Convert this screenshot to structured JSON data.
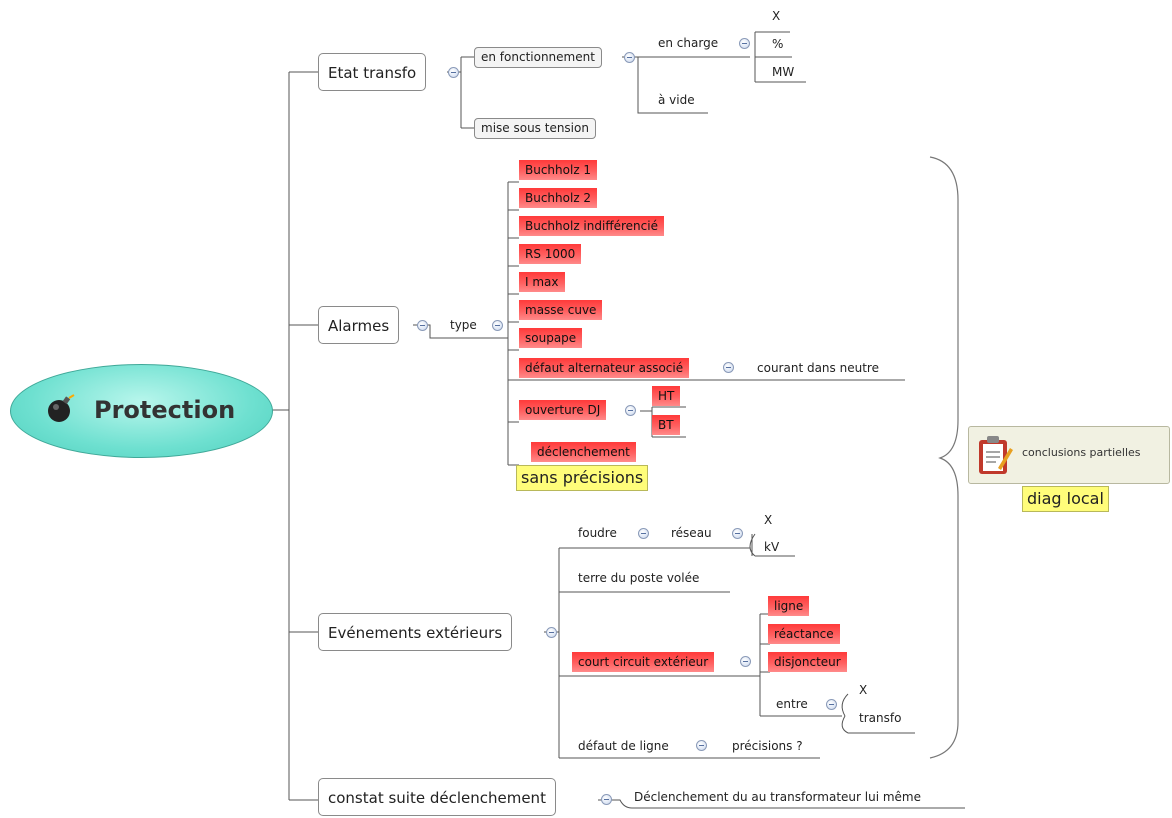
{
  "root": {
    "label": "Protection",
    "icon": "bomb-icon"
  },
  "branches": {
    "etat": {
      "label": "Etat transfo"
    },
    "alarmes": {
      "label": "Alarmes"
    },
    "evenements": {
      "label": "Evénements extérieurs"
    },
    "constat": {
      "label": "constat suite déclenchement"
    }
  },
  "etat": {
    "en_fonctionnement": "en fonctionnement",
    "mise_sous_tension": "mise sous tension",
    "en_charge": "en charge",
    "a_vide": "à vide",
    "charge_items": [
      "X",
      "%",
      "MW"
    ]
  },
  "alarmes": {
    "type": "type",
    "items": [
      "Buchholz 1",
      "Buchholz 2",
      "Buchholz indifférencié",
      "RS 1000",
      "I max",
      "masse cuve",
      "soupape",
      "défaut alternateur associé",
      "ouverture DJ"
    ],
    "courant": "courant dans neutre",
    "ht": "HT",
    "bt": "BT",
    "declenchement": "déclenchement",
    "sans_precisions": "sans précisions"
  },
  "evenements": {
    "foudre": "foudre",
    "reseau": "réseau",
    "reseau_items": [
      "X",
      "kV"
    ],
    "terre": "terre du poste volée",
    "court_circuit": "court circuit extérieur",
    "cc_items": [
      "ligne",
      "réactance",
      "disjoncteur"
    ],
    "entre": "entre",
    "entre_items": [
      "X",
      "transfo"
    ],
    "defaut_ligne": "défaut de ligne",
    "precisions": "précisions ?"
  },
  "constat": {
    "child": "Déclenchement du au transformateur lui même"
  },
  "summary": {
    "label": "conclusions partielles",
    "tag": "diag local",
    "icon": "clipboard-icon"
  },
  "colors": {
    "marker_red": "#ff4d4d",
    "highlight_yellow": "#fffd7a",
    "root_fill": "#7fe6d6",
    "callout_bg": "#f1f1e2"
  }
}
